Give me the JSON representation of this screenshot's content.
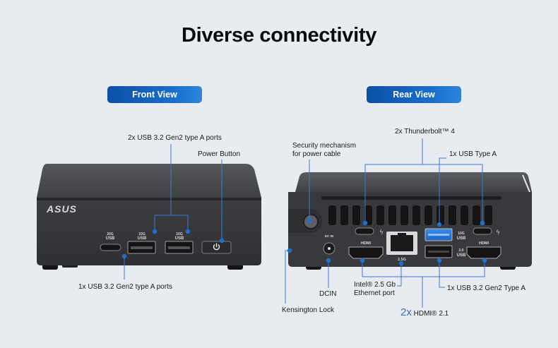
{
  "page": {
    "title": "Diverse connectivity"
  },
  "front_view": {
    "label": "Front View",
    "brand_logo": "ASUS",
    "port_marks": {
      "usbc": [
        "20G",
        "USB"
      ],
      "usba_left": [
        "10G",
        "USB"
      ],
      "usba_right": [
        "10G",
        "USB"
      ]
    },
    "callouts": {
      "usb_a_pair": "2x USB 3.2 Gen2 type A ports",
      "power_button": "Power Button",
      "usb_c": "1x USB 3.2 Gen2 type A ports"
    }
  },
  "rear_view": {
    "label": "Rear View",
    "port_marks": {
      "dcin": "DC IN",
      "hdmi": "HDMI",
      "ethernet": "2.5G",
      "usb_top": [
        "10G",
        "USB"
      ],
      "usb_bottom": [
        "2.0",
        "USB"
      ]
    },
    "callouts": {
      "security_line1": "Security mechanism",
      "security_line2": "for power cable",
      "thunderbolt": "2x Thunderbolt™ 4",
      "usb_type_a": "1x  USB Type A",
      "dcin": "DCIN",
      "ethernet_line1": "Intel® 2.5 Gb",
      "ethernet_line2": "Ethernet port",
      "usb_gen2": "1x USB 3.2 Gen2 Type A",
      "hdmi_count": "2x",
      "hdmi_label": "HDMI® 2.1",
      "kensington": "Kensington Lock"
    }
  },
  "colors": {
    "background": "#e8ebf0",
    "accent_blue": "#1f6fd1",
    "callout_line": "#3a7bd5",
    "device_body": "#3b3c3e"
  }
}
